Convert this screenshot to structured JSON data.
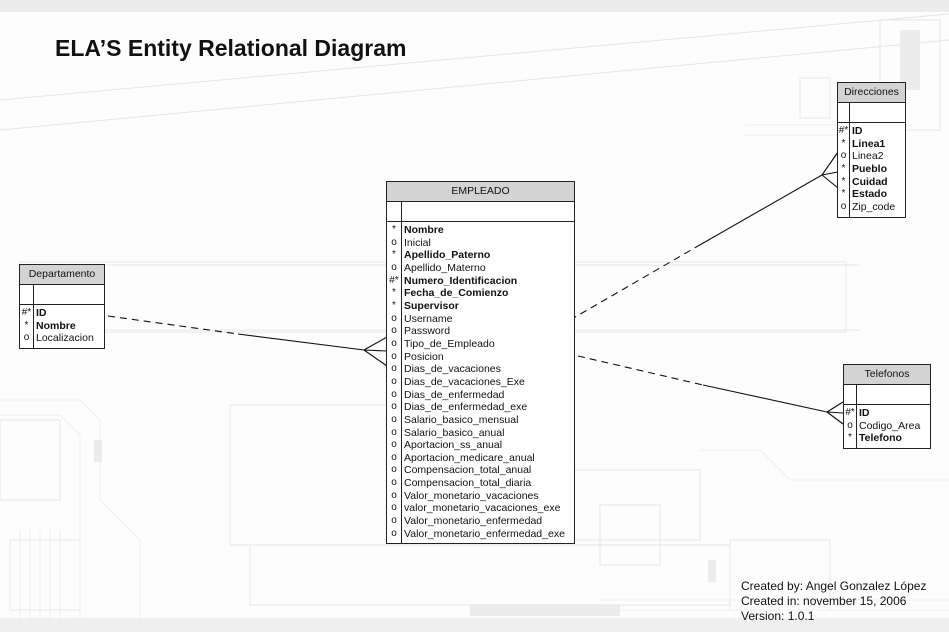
{
  "title": "ELA’S Entity Relational Diagram",
  "entities": {
    "empleado": {
      "name": "EMPLEADO",
      "attributes": [
        {
          "mark": "*",
          "name": "Nombre",
          "bold": true
        },
        {
          "mark": "o",
          "name": "Inicial",
          "bold": false
        },
        {
          "mark": "*",
          "name": "Apellido_Paterno",
          "bold": true
        },
        {
          "mark": "o",
          "name": "Apellido_Materno",
          "bold": false
        },
        {
          "mark": "#*",
          "name": "Numero_Identificacion",
          "bold": true
        },
        {
          "mark": "*",
          "name": "Fecha_de_Comienzo",
          "bold": true
        },
        {
          "mark": "*",
          "name": "Supervisor",
          "bold": true
        },
        {
          "mark": "o",
          "name": "Username",
          "bold": false
        },
        {
          "mark": "o",
          "name": "Password",
          "bold": false
        },
        {
          "mark": "o",
          "name": "Tipo_de_Empleado",
          "bold": false
        },
        {
          "mark": "o",
          "name": "Posicion",
          "bold": false
        },
        {
          "mark": "o",
          "name": "Dias_de_vacaciones",
          "bold": false
        },
        {
          "mark": "o",
          "name": "Dias_de_vacaciones_Exe",
          "bold": false
        },
        {
          "mark": "o",
          "name": "Dias_de_enfermedad",
          "bold": false
        },
        {
          "mark": "o",
          "name": "Dias_de_enfermedad_exe",
          "bold": false
        },
        {
          "mark": "o",
          "name": "Salario_basico_mensual",
          "bold": false
        },
        {
          "mark": "o",
          "name": "Salario_basico_anual",
          "bold": false
        },
        {
          "mark": "o",
          "name": "Aportacion_ss_anual",
          "bold": false
        },
        {
          "mark": "o",
          "name": "Aportacion_medicare_anual",
          "bold": false
        },
        {
          "mark": "o",
          "name": "Compensacion_total_anual",
          "bold": false
        },
        {
          "mark": "o",
          "name": "Compensacion_total_diaria",
          "bold": false
        },
        {
          "mark": "o",
          "name": "Valor_monetario_vacaciones",
          "bold": false
        },
        {
          "mark": "o",
          "name": "valor_monetario_vacaciones_exe",
          "bold": false
        },
        {
          "mark": "o",
          "name": "Valor_monetario_enfermedad",
          "bold": false
        },
        {
          "mark": "o",
          "name": "Valor_monetario_enfermedad_exe",
          "bold": false
        }
      ]
    },
    "departamento": {
      "name": "Departamento",
      "attributes": [
        {
          "mark": "#*",
          "name": "ID",
          "bold": true
        },
        {
          "mark": "*",
          "name": "Nombre",
          "bold": true
        },
        {
          "mark": "o",
          "name": "Localizacion",
          "bold": false
        }
      ]
    },
    "direcciones": {
      "name": "Direcciones",
      "attributes": [
        {
          "mark": "#*",
          "name": "ID",
          "bold": true
        },
        {
          "mark": "*",
          "name": "Linea1",
          "bold": true
        },
        {
          "mark": "o",
          "name": "Linea2",
          "bold": false
        },
        {
          "mark": "*",
          "name": "Pueblo",
          "bold": true
        },
        {
          "mark": "*",
          "name": "Cuidad",
          "bold": true
        },
        {
          "mark": "*",
          "name": "Estado",
          "bold": true
        },
        {
          "mark": "o",
          "name": "Zip_code",
          "bold": false
        }
      ]
    },
    "telefonos": {
      "name": "Telefonos",
      "attributes": [
        {
          "mark": "#*",
          "name": "ID",
          "bold": true
        },
        {
          "mark": "o",
          "name": "Codigo_Area",
          "bold": false
        },
        {
          "mark": "*",
          "name": "Telefono",
          "bold": true
        }
      ]
    }
  },
  "credits": {
    "created_by": "Created by: Angel Gonzalez López",
    "created_in": "Created in: november 15, 2006",
    "version": "Version: 1.0.1"
  }
}
